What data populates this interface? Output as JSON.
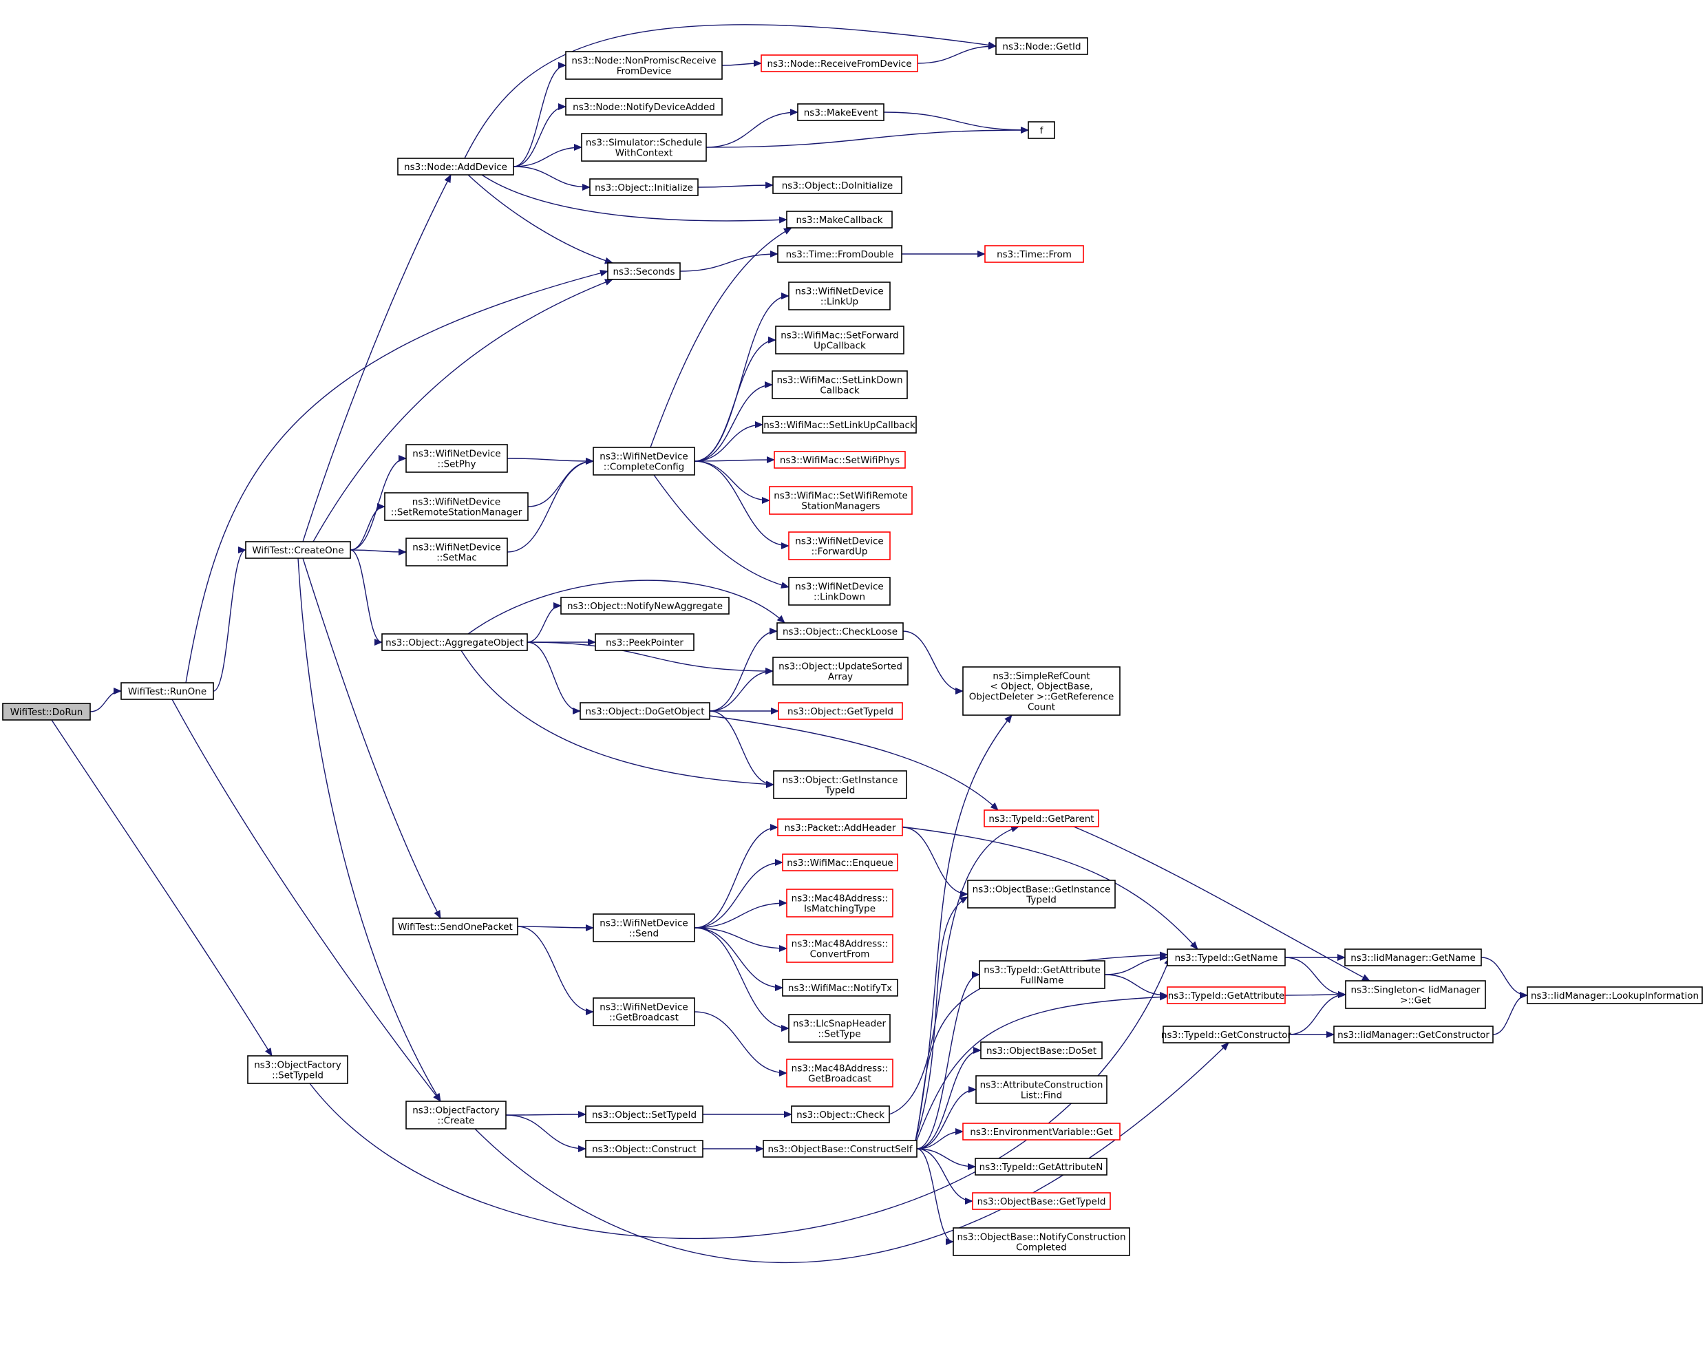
{
  "colors": {
    "edge": "#191970",
    "node_border": "#000000",
    "truncated_border": "#ff0000",
    "root_fill": "#bfbfbf",
    "background": "#ffffff"
  },
  "nodes": {
    "wifitest_dorun": {
      "lines": [
        "WifiTest::DoRun"
      ],
      "style": "root"
    },
    "wifitest_runone": {
      "lines": [
        "WifiTest::RunOne"
      ]
    },
    "wifitest_createone": {
      "lines": [
        "WifiTest::CreateOne"
      ]
    },
    "objectfactory_settypeid": {
      "lines": [
        "ns3::ObjectFactory",
        "::SetTypeId"
      ]
    },
    "node_adddevice": {
      "lines": [
        "ns3::Node::AddDevice"
      ]
    },
    "seconds": {
      "lines": [
        "ns3::Seconds"
      ]
    },
    "wnd_setphy": {
      "lines": [
        "ns3::WifiNetDevice",
        "::SetPhy"
      ]
    },
    "wnd_setremote": {
      "lines": [
        "ns3::WifiNetDevice",
        "::SetRemoteStationManager"
      ]
    },
    "wnd_setmac": {
      "lines": [
        "ns3::WifiNetDevice",
        "::SetMac"
      ]
    },
    "object_aggregate": {
      "lines": [
        "ns3::Object::AggregateObject"
      ]
    },
    "wifitest_sendonepacket": {
      "lines": [
        "WifiTest::SendOnePacket"
      ]
    },
    "objectfactory_create": {
      "lines": [
        "ns3::ObjectFactory",
        "::Create"
      ]
    },
    "node_nonpromisc": {
      "lines": [
        "ns3::Node::NonPromiscReceive",
        "FromDevice"
      ]
    },
    "node_notifydeviceadded": {
      "lines": [
        "ns3::Node::NotifyDeviceAdded"
      ]
    },
    "simulator_schedulewithcontext": {
      "lines": [
        "ns3::Simulator::Schedule",
        "WithContext"
      ]
    },
    "object_initialize": {
      "lines": [
        "ns3::Object::Initialize"
      ]
    },
    "wnd_completeconfig": {
      "lines": [
        "ns3::WifiNetDevice",
        "::CompleteConfig"
      ]
    },
    "object_notifynewaggregate": {
      "lines": [
        "ns3::Object::NotifyNewAggregate"
      ]
    },
    "peekpointer": {
      "lines": [
        "ns3::PeekPointer"
      ]
    },
    "object_dogetobject": {
      "lines": [
        "ns3::Object::DoGetObject"
      ]
    },
    "wnd_send": {
      "lines": [
        "ns3::WifiNetDevice",
        "::Send"
      ]
    },
    "wnd_getbroadcast": {
      "lines": [
        "ns3::WifiNetDevice",
        "::GetBroadcast"
      ]
    },
    "object_settypeid": {
      "lines": [
        "ns3::Object::SetTypeId"
      ]
    },
    "object_construct": {
      "lines": [
        "ns3::Object::Construct"
      ]
    },
    "node_receivefromdevice": {
      "lines": [
        "ns3::Node::ReceiveFromDevice"
      ],
      "style": "red"
    },
    "makeevent": {
      "lines": [
        "ns3::MakeEvent"
      ]
    },
    "object_doinitialize": {
      "lines": [
        "ns3::Object::DoInitialize"
      ]
    },
    "makecallback": {
      "lines": [
        "ns3::MakeCallback"
      ]
    },
    "time_fromdouble": {
      "lines": [
        "ns3::Time::FromDouble"
      ]
    },
    "wnd_linkup": {
      "lines": [
        "ns3::WifiNetDevice",
        "::LinkUp"
      ]
    },
    "wifimac_setforwardupcallback": {
      "lines": [
        "ns3::WifiMac::SetForward",
        "UpCallback"
      ]
    },
    "wifimac_setlinkdowncallback": {
      "lines": [
        "ns3::WifiMac::SetLinkDown",
        "Callback"
      ]
    },
    "wifimac_setlinkupcallback": {
      "lines": [
        "ns3::WifiMac::SetLinkUpCallback"
      ]
    },
    "wifimac_setwifiphys": {
      "lines": [
        "ns3::WifiMac::SetWifiPhys"
      ],
      "style": "red"
    },
    "wifimac_setwifiremote": {
      "lines": [
        "ns3::WifiMac::SetWifiRemote",
        "StationManagers"
      ],
      "style": "red"
    },
    "wnd_forwardup": {
      "lines": [
        "ns3::WifiNetDevice",
        "::ForwardUp"
      ],
      "style": "red"
    },
    "wnd_linkdown": {
      "lines": [
        "ns3::WifiNetDevice",
        "::LinkDown"
      ]
    },
    "object_checkloose": {
      "lines": [
        "ns3::Object::CheckLoose"
      ]
    },
    "object_updatesortedarray": {
      "lines": [
        "ns3::Object::UpdateSorted",
        "Array"
      ]
    },
    "object_gettypeid": {
      "lines": [
        "ns3::Object::GetTypeId"
      ],
      "style": "red"
    },
    "object_getinstancetypeid": {
      "lines": [
        "ns3::Object::GetInstance",
        "TypeId"
      ]
    },
    "packet_addheader": {
      "lines": [
        "ns3::Packet::AddHeader"
      ],
      "style": "red"
    },
    "wifimac_enqueue": {
      "lines": [
        "ns3::WifiMac::Enqueue"
      ],
      "style": "red"
    },
    "mac48_ismatchingtype": {
      "lines": [
        "ns3::Mac48Address::",
        "IsMatchingType"
      ],
      "style": "red"
    },
    "mac48_convertfrom": {
      "lines": [
        "ns3::Mac48Address::",
        "ConvertFrom"
      ],
      "style": "red"
    },
    "wifimac_notifytx": {
      "lines": [
        "ns3::WifiMac::NotifyTx"
      ]
    },
    "llcsnap_settype": {
      "lines": [
        "ns3::LlcSnapHeader",
        "::SetType"
      ]
    },
    "mac48_getbroadcast": {
      "lines": [
        "ns3::Mac48Address::",
        "GetBroadcast"
      ],
      "style": "red"
    },
    "object_check": {
      "lines": [
        "ns3::Object::Check"
      ]
    },
    "objectbase_constructself": {
      "lines": [
        "ns3::ObjectBase::ConstructSelf"
      ]
    },
    "node_getid": {
      "lines": [
        "ns3::Node::GetId"
      ]
    },
    "f": {
      "lines": [
        "f"
      ]
    },
    "time_from": {
      "lines": [
        "ns3::Time::From"
      ],
      "style": "red"
    },
    "simplerefcount": {
      "lines": [
        "ns3::SimpleRefCount",
        "< Object, ObjectBase,",
        "ObjectDeleter >::GetReference",
        "Count"
      ]
    },
    "typeid_getparent": {
      "lines": [
        "ns3::TypeId::GetParent"
      ],
      "style": "red"
    },
    "objectbase_getinstancetypeid": {
      "lines": [
        "ns3::ObjectBase::GetInstance",
        "TypeId"
      ]
    },
    "typeid_getattributefullname": {
      "lines": [
        "ns3::TypeId::GetAttribute",
        "FullName"
      ]
    },
    "objectbase_doset": {
      "lines": [
        "ns3::ObjectBase::DoSet"
      ]
    },
    "attrconstructionlist_find": {
      "lines": [
        "ns3::AttributeConstruction",
        "List::Find"
      ]
    },
    "environmentvariable_get": {
      "lines": [
        "ns3::EnvironmentVariable::Get"
      ],
      "style": "red"
    },
    "typeid_getattributen": {
      "lines": [
        "ns3::TypeId::GetAttributeN"
      ]
    },
    "objectbase_gettypeid": {
      "lines": [
        "ns3::ObjectBase::GetTypeId"
      ],
      "style": "red"
    },
    "objectbase_notifyconstruction": {
      "lines": [
        "ns3::ObjectBase::NotifyConstruction",
        "Completed"
      ]
    },
    "typeid_getname": {
      "lines": [
        "ns3::TypeId::GetName"
      ]
    },
    "typeid_getattribute": {
      "lines": [
        "ns3::TypeId::GetAttribute"
      ],
      "style": "red"
    },
    "typeid_getconstructor": {
      "lines": [
        "ns3::TypeId::GetConstructor"
      ]
    },
    "iidmanager_getname": {
      "lines": [
        "ns3::IidManager::GetName"
      ]
    },
    "singleton_get": {
      "lines": [
        "ns3::Singleton< IidManager",
        ">::Get"
      ]
    },
    "iidmanager_getconstructor": {
      "lines": [
        "ns3::IidManager::GetConstructor"
      ]
    },
    "iidmanager_lookupinformation": {
      "lines": [
        "ns3::IidManager::LookupInformation"
      ]
    }
  }
}
